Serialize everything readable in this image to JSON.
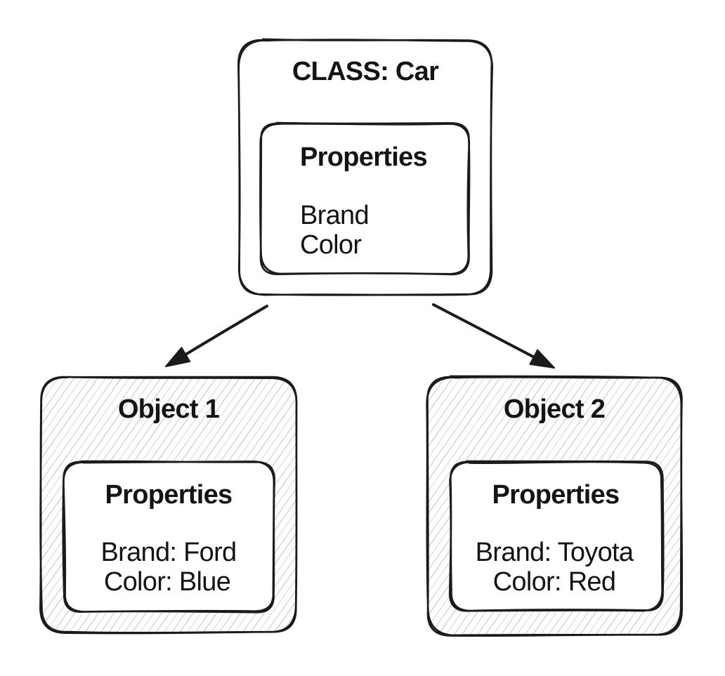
{
  "colors": {
    "stroke": "#1b1b1b",
    "text": "#141414",
    "box_fill": "#ffffff",
    "hatch_line": "#d0d0d0"
  },
  "class_box": {
    "title": "CLASS: Car",
    "properties_title": "Properties",
    "properties": [
      "Brand",
      "Color"
    ]
  },
  "objects": [
    {
      "title": "Object 1",
      "properties_title": "Properties",
      "properties": [
        "Brand: Ford",
        "Color: Blue"
      ]
    },
    {
      "title": "Object 2",
      "properties_title": "Properties",
      "properties": [
        "Brand: Toyota",
        "Color: Red"
      ]
    }
  ]
}
